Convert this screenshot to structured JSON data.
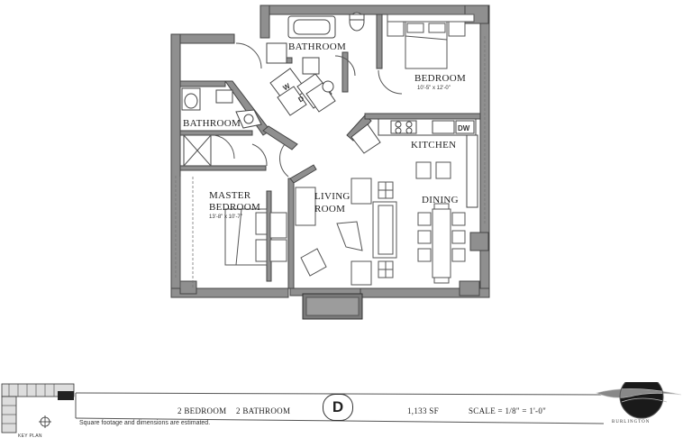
{
  "rooms": {
    "bathroom_top": "BATHROOM",
    "bedroom": "BEDROOM",
    "bedroom_dim": "10'-5\" x 12'-0\"",
    "bathroom_left": "BATHROOM",
    "kitchen": "KITCHEN",
    "master_line1": "MASTER",
    "master_line2": "BEDROOM",
    "master_dim": "13'-8\" x 10'-7\"",
    "living_line1": "LIVING",
    "living_line2": "ROOM",
    "dining": "DINING"
  },
  "fixtures": {
    "dishwasher": "DW",
    "washer": "W",
    "dryer": "D"
  },
  "footer": {
    "unit_type": "2 BEDROOM",
    "bath_count": "2 BATHROOM",
    "unit_letter": "D",
    "sqft": "1,133 SF",
    "scale": "SCALE = 1/8\" = 1'-0\"",
    "disclaimer": "Square footage and dimensions are estimated.",
    "key_plan": "KEY PLAN",
    "brand": "BURLINGTON"
  }
}
